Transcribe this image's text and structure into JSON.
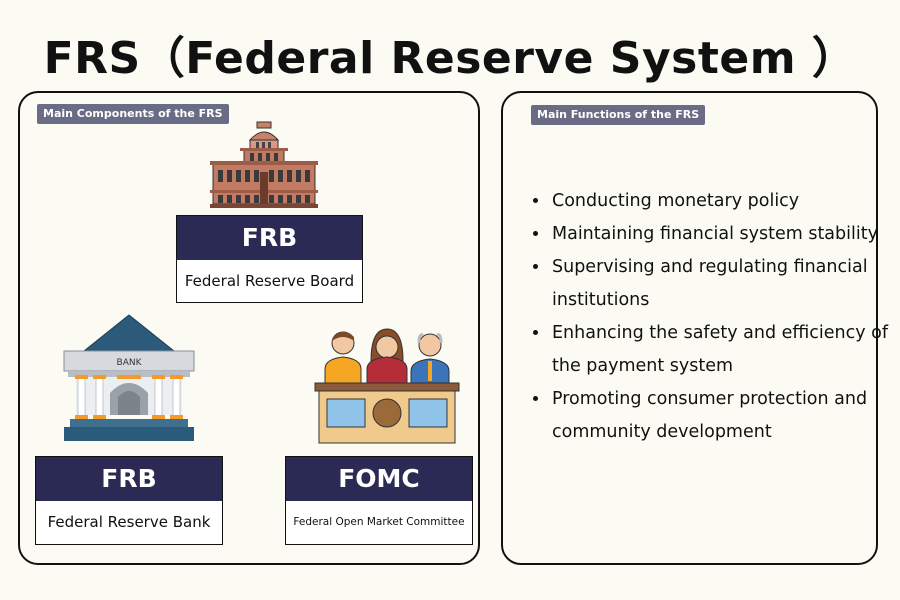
{
  "title": "FRS（Federal Reserve System ）",
  "left_panel": {
    "tag": "Main Components of the FRS",
    "components": [
      {
        "abbr": "FRB",
        "name": "Federal Reserve Board",
        "icon": "capitol-building-icon"
      },
      {
        "abbr": "FRB",
        "name": "Federal Reserve Bank",
        "icon": "bank-building-icon",
        "sign": "BANK"
      },
      {
        "abbr": "FOMC",
        "name": "Federal Open Market Committee",
        "icon": "committee-people-icon"
      }
    ]
  },
  "right_panel": {
    "tag": "Main Functions of the FRS",
    "functions": [
      "Conducting monetary policy",
      "Maintaining financial system stability",
      "Supervising and regulating financial institutions",
      "Enhancing the safety and efficiency of the payment system",
      "Promoting consumer protection and community development"
    ]
  },
  "colors": {
    "background": "#fbfbf4",
    "card_header": "#2b2a55",
    "tag": "#6a6c86",
    "bank_roof": "#2b5a7a",
    "building_brick": "#b5705a"
  }
}
